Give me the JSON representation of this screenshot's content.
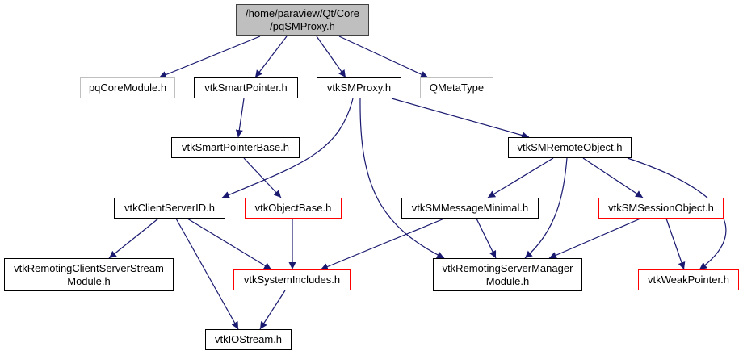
{
  "diagram": {
    "type": "include-dependency-graph",
    "colors": {
      "edge": "#191970",
      "root_fill": "#bfbfbf",
      "root_border": "#404040",
      "normal_border": "#000000",
      "external_border": "#bfbfbf",
      "truncated_border": "#ff0000"
    },
    "nodes": {
      "root": {
        "lines": [
          "/home/paraview/Qt/Core",
          "/pqSMProxy.h"
        ],
        "style": "root"
      },
      "pqCoreModule": {
        "lines": [
          "pqCoreModule.h"
        ],
        "style": "ext"
      },
      "vtkSmartPointer": {
        "lines": [
          "vtkSmartPointer.h"
        ],
        "style": "normal"
      },
      "vtkSMProxy": {
        "lines": [
          "vtkSMProxy.h"
        ],
        "style": "normal"
      },
      "QMetaType": {
        "lines": [
          "QMetaType"
        ],
        "style": "ext"
      },
      "vtkSmartPointerBase": {
        "lines": [
          "vtkSmartPointerBase.h"
        ],
        "style": "normal"
      },
      "vtkSMRemoteObject": {
        "lines": [
          "vtkSMRemoteObject.h"
        ],
        "style": "normal"
      },
      "vtkClientServerID": {
        "lines": [
          "vtkClientServerID.h"
        ],
        "style": "normal"
      },
      "vtkObjectBase": {
        "lines": [
          "vtkObjectBase.h"
        ],
        "style": "red"
      },
      "vtkSMMessageMinimal": {
        "lines": [
          "vtkSMMessageMinimal.h"
        ],
        "style": "normal"
      },
      "vtkSMSessionObject": {
        "lines": [
          "vtkSMSessionObject.h"
        ],
        "style": "red"
      },
      "vtkRemotingClientServerStreamModule": {
        "lines": [
          "vtkRemotingClientServerStream",
          "Module.h"
        ],
        "style": "normal"
      },
      "vtkSystemIncludes": {
        "lines": [
          "vtkSystemIncludes.h"
        ],
        "style": "red"
      },
      "vtkRemotingServerManagerModule": {
        "lines": [
          "vtkRemotingServerManager",
          "Module.h"
        ],
        "style": "normal"
      },
      "vtkWeakPointer": {
        "lines": [
          "vtkWeakPointer.h"
        ],
        "style": "red"
      },
      "vtkIOStream": {
        "lines": [
          "vtkIOStream.h"
        ],
        "style": "normal"
      }
    },
    "edges": [
      [
        "root",
        "pqCoreModule"
      ],
      [
        "root",
        "vtkSmartPointer"
      ],
      [
        "root",
        "vtkSMProxy"
      ],
      [
        "root",
        "QMetaType"
      ],
      [
        "vtkSmartPointer",
        "vtkSmartPointerBase"
      ],
      [
        "vtkSmartPointerBase",
        "vtkObjectBase"
      ],
      [
        "vtkSMProxy",
        "vtkClientServerID"
      ],
      [
        "vtkSMProxy",
        "vtkRemotingServerManagerModule"
      ],
      [
        "vtkSMProxy",
        "vtkSMRemoteObject"
      ],
      [
        "vtkSMRemoteObject",
        "vtkSMMessageMinimal"
      ],
      [
        "vtkSMRemoteObject",
        "vtkRemotingServerManagerModule"
      ],
      [
        "vtkSMRemoteObject",
        "vtkSMSessionObject"
      ],
      [
        "vtkSMRemoteObject",
        "vtkWeakPointer"
      ],
      [
        "vtkClientServerID",
        "vtkRemotingClientServerStreamModule"
      ],
      [
        "vtkClientServerID",
        "vtkSystemIncludes"
      ],
      [
        "vtkClientServerID",
        "vtkIOStream"
      ],
      [
        "vtkObjectBase",
        "vtkSystemIncludes"
      ],
      [
        "vtkSMMessageMinimal",
        "vtkSystemIncludes"
      ],
      [
        "vtkSMMessageMinimal",
        "vtkRemotingServerManagerModule"
      ],
      [
        "vtkSMSessionObject",
        "vtkRemotingServerManagerModule"
      ],
      [
        "vtkSMSessionObject",
        "vtkWeakPointer"
      ],
      [
        "vtkSystemIncludes",
        "vtkIOStream"
      ]
    ]
  }
}
